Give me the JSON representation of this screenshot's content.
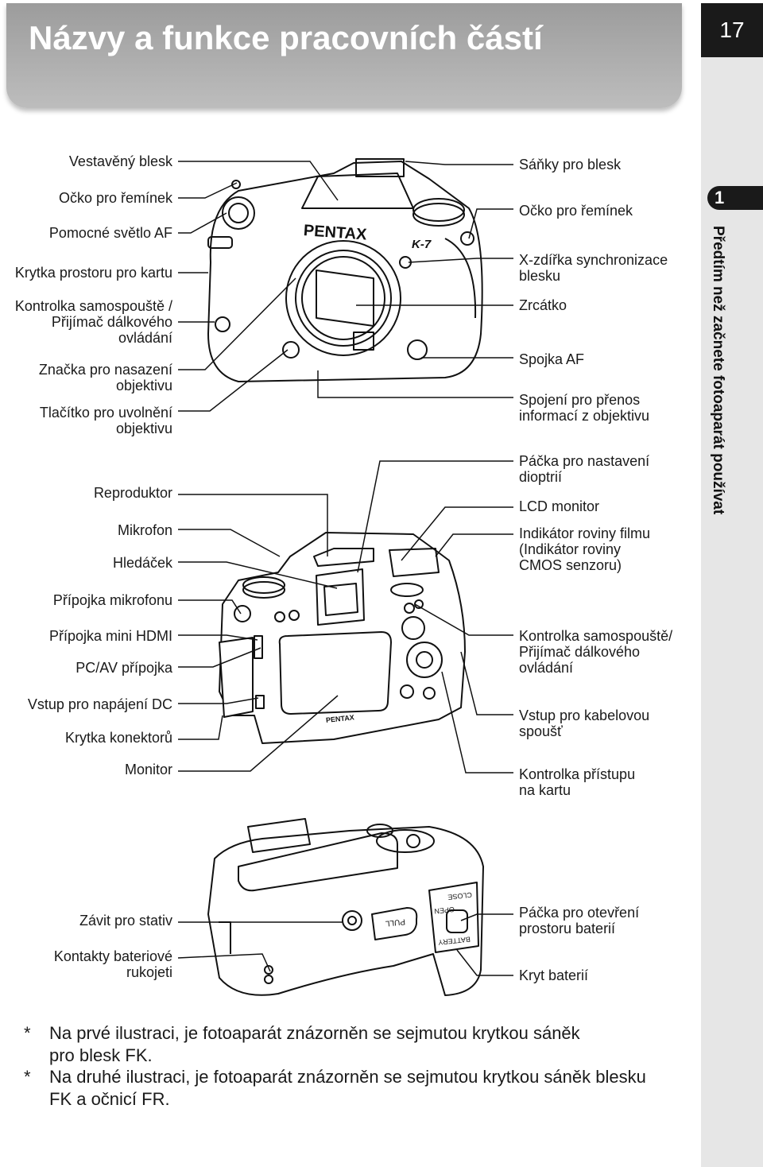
{
  "header": {
    "title": "Názvy a funkce pracovních částí",
    "page_number": "17"
  },
  "sidebar": {
    "chapter_number": "1",
    "chapter_title": "Předtím než začnete fotoaparát používat"
  },
  "front_labels_left": [
    "Vestavěný blesk",
    "Očko pro řemínek",
    "Pomocné světlo AF",
    "Krytka prostoru pro kartu",
    "Kontrolka samospouště /\nPřijímač dálkového\novládání",
    "Značka pro nasazení\nobjektivu",
    "Tlačítko pro uvolnění\nobjektivu"
  ],
  "front_labels_right": [
    "Sáňky pro blesk",
    "Očko pro řemínek",
    "X-zdířka synchronizace\nblesku",
    "Zrcátko",
    "Spojka AF",
    "Spojení pro přenos\ninformací z objektivu"
  ],
  "back_labels_left": [
    "Reproduktor",
    "Mikrofon",
    "Hledáček",
    "Přípojka mikrofonu",
    "Přípojka mini HDMI",
    "PC/AV přípojka",
    "Vstup pro napájení DC",
    "Krytka konektorů",
    "Monitor"
  ],
  "back_labels_right": [
    "Páčka pro nastavení\ndioptrií",
    "LCD monitor",
    "Indikátor roviny filmu\n(Indikátor roviny\nCMOS senzoru)",
    "Kontrolka samospouště/\nPřijímač dálkového\novládání",
    "Vstup pro kabelovou\nspoušť",
    "Kontrolka přístupu\nna kartu"
  ],
  "bottom_labels_left": [
    "Závit pro stativ",
    "Kontakty bateriové\nrukojeti"
  ],
  "bottom_labels_right": [
    "Páčka pro otevření\nprostoru baterií",
    "Kryt baterií"
  ],
  "camera_marks": {
    "brand": "PENTAX",
    "model": "K-7",
    "pull": "PULL",
    "open": "OPEN",
    "close": "CLOSE",
    "battery": "BATTERY"
  },
  "notes": [
    {
      "star": "*",
      "text": "Na prvé ilustraci, je fotoaparát znázorněn se sejmutou krytkou sáněk\npro blesk FK."
    },
    {
      "star": "*",
      "text": "Na druhé ilustraci, je fotoaparát znázorněn se sejmutou krytkou sáněk blesku\nFK a očnicí FR."
    }
  ]
}
